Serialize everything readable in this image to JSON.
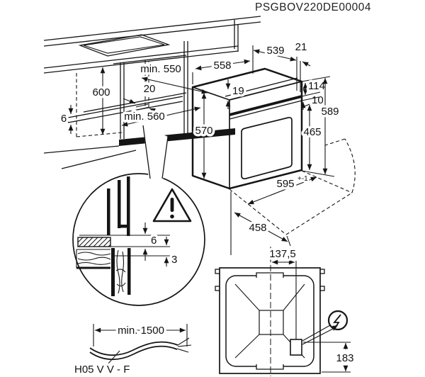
{
  "title": "PSGBOV220DE00004",
  "accent_color": "#151515",
  "cabinet": {
    "height": "600",
    "depth_min": "min. 550",
    "vent_gap": "20",
    "width_min": "min. 560",
    "shelf_thickness": "6"
  },
  "oven": {
    "depth_top": "558",
    "depth_body": "539",
    "door_offset": "21",
    "top_recess": "19",
    "side_height": "570",
    "panel_height": "114",
    "panel_gap": "10",
    "total_height": "589",
    "door_height": "465",
    "front_width": "595",
    "front_width_tolerance": "+-1",
    "base_depth": "458"
  },
  "detail": {
    "gap_top": "6",
    "gap_bottom": "3"
  },
  "cable": {
    "min_length": "min. 1500",
    "type_label": "H05 V V - F"
  },
  "rear_view": {
    "connection_offset": "137,5",
    "connection_height": "183"
  }
}
